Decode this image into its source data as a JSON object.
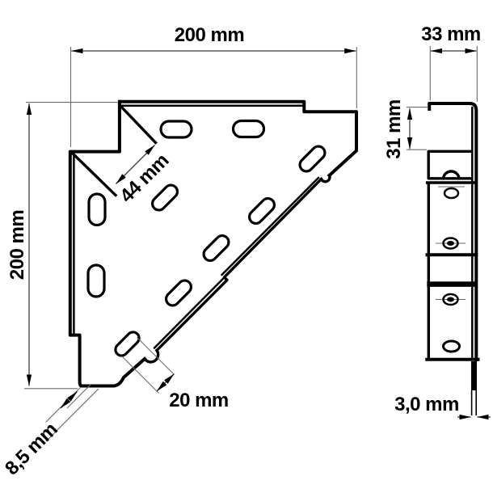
{
  "drawing": {
    "background_color": "#ffffff",
    "line_color": "#000000",
    "views": {
      "plan": {
        "description": "corner plate plan view",
        "dimensions": {
          "top_width": {
            "label": "200 mm",
            "value_mm": 200
          },
          "left_height": {
            "label": "200 mm",
            "value_mm": 200
          },
          "corner_fold_offset": {
            "label": "44 mm",
            "value_mm": 44
          },
          "corner_slot_length": {
            "label": "20 mm",
            "value_mm": 20
          },
          "corner_slot_edge_gap": {
            "label": "8,5 mm",
            "value_mm": 8.5
          }
        }
      },
      "side": {
        "description": "side profile view",
        "dimensions": {
          "overall_width": {
            "label": "33 mm",
            "value_mm": 33
          },
          "flange_height": {
            "label": "31 mm",
            "value_mm": 31
          },
          "sheet_thickness": {
            "label": "3,0 mm",
            "value_mm": 3.0
          }
        }
      }
    }
  }
}
